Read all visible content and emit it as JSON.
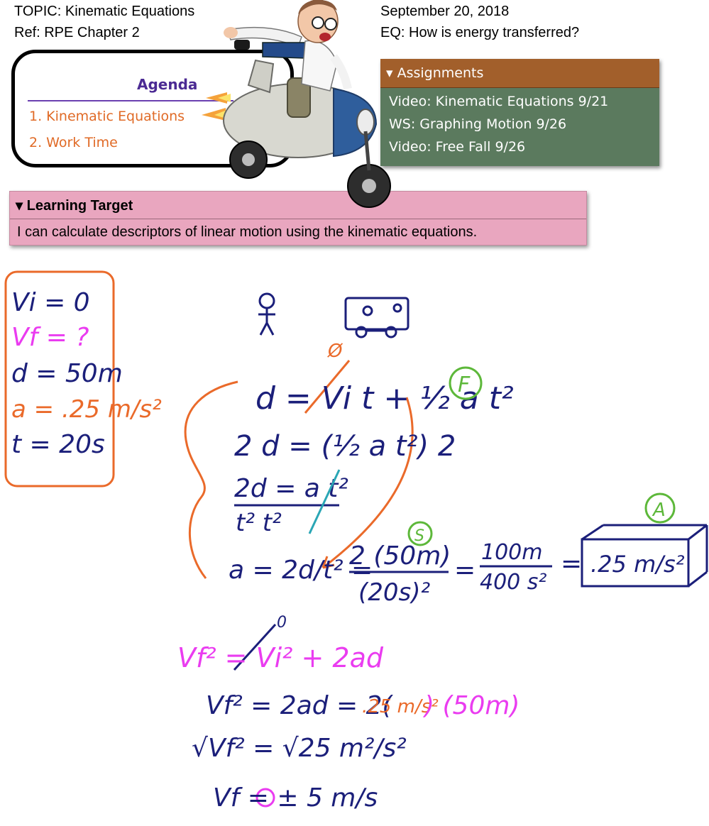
{
  "header": {
    "topic": "TOPIC: Kinematic Equations",
    "ref": "Ref: RPE Chapter 2",
    "date": "September 20, 2018",
    "eq": "EQ: How is energy transferred?"
  },
  "agenda": {
    "title": "Agenda",
    "items": [
      "1. Kinematic Equations",
      "2. Work Time"
    ]
  },
  "assignments": {
    "title": "Assignments",
    "items": [
      "Video: Kinematic Equations 9/21",
      "WS: Graphing Motion 9/26",
      "Video: Free Fall 9/26"
    ]
  },
  "learning_target": {
    "title": "Learning Target",
    "text": "I can calculate descriptors of linear motion using the kinematic equations."
  },
  "colors": {
    "ink_navy": "#1b1f7a",
    "ink_orange": "#ea6a2a",
    "ink_magenta": "#ea3cf0",
    "ink_green": "#5db83a",
    "ink_teal": "#2aa6b5",
    "assign_header": "#a25f2b",
    "assign_body": "#5b7a5e",
    "target_bg": "#e9a6bf",
    "agenda_title": "#4b2a93",
    "agenda_items": "#e06a26"
  },
  "notes": {
    "givens": [
      "Vi = 0",
      "Vf = ?",
      "d = 50m",
      "a = .25 m/s²",
      "t = 20s"
    ],
    "step1_cross": "Ø",
    "step1": "d = Vi t + ½ a t²",
    "step1_tag": "F",
    "step2": "2 d = (½ a t²) 2",
    "step3_num": "2d = a t²",
    "step3_den": "t²      t²",
    "step4_lhs": "a = 2d/t² =",
    "step4_tag": "S",
    "step4_num": "2 (50m)",
    "step4_den": "(20s)²",
    "step4_frac_num": "100m",
    "step4_frac_den": "400 s²",
    "answer_tag": "A",
    "answer": ".25 m/s²",
    "vf_zero": "0",
    "vf1": "Vf² = Vi² + 2ad",
    "vf2_a": "Vf² = 2ad = 2(",
    "vf2_b": ".25 m/s²",
    "vf2_c": ") (50m)",
    "vf3": "√Vf² = √25 m²/s²",
    "vf4": "Vf = ± 5 m/s"
  }
}
